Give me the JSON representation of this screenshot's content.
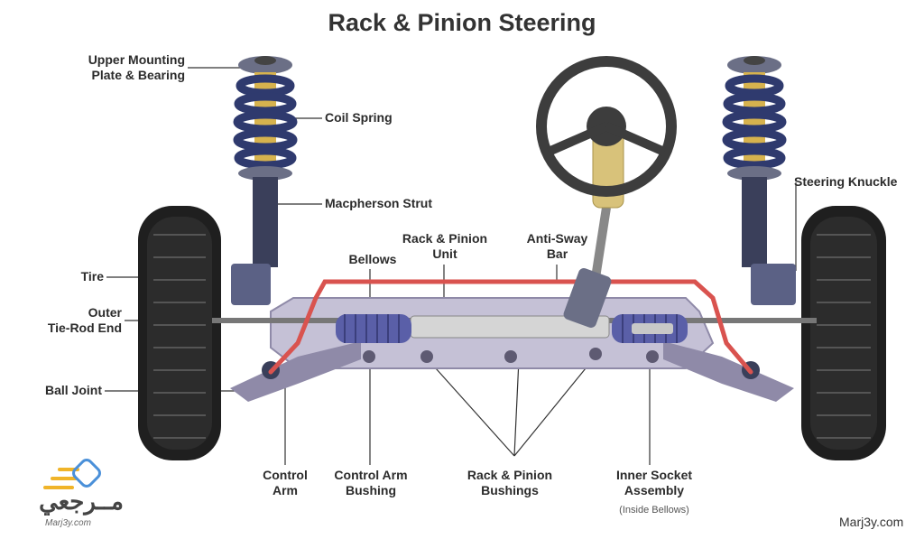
{
  "title": "Rack & Pinion Steering",
  "labels": {
    "upper_mount": "Upper Mounting\nPlate & Bearing",
    "coil_spring": "Coil Spring",
    "macpherson": "Macpherson Strut",
    "tire": "Tire",
    "outer_tierod": "Outer\nTie-Rod End",
    "ball_joint": "Ball Joint",
    "bellows": "Bellows",
    "rack_unit": "Rack & Pinion\nUnit",
    "sway_bar": "Anti-Sway\nBar",
    "steering_knuckle": "Steering Knuckle",
    "control_arm": "Control\nArm",
    "control_arm_bushing": "Control Arm\nBushing",
    "rack_bushings": "Rack & Pinion\nBushings",
    "inner_socket": "Inner Socket\nAssembly",
    "inner_socket_note": "(Inside Bellows)"
  },
  "brand": {
    "arabic": "مــرجعي",
    "latin": "Marj3y.com",
    "watermark": "Marj3y.com"
  },
  "colors": {
    "tire": "#1c1c1c",
    "spring": "#2f3a6e",
    "bellows": "#5a5fa8",
    "sway_bar": "#d9534f",
    "frame": "#b9b6c9",
    "column": "#d8c27a"
  }
}
